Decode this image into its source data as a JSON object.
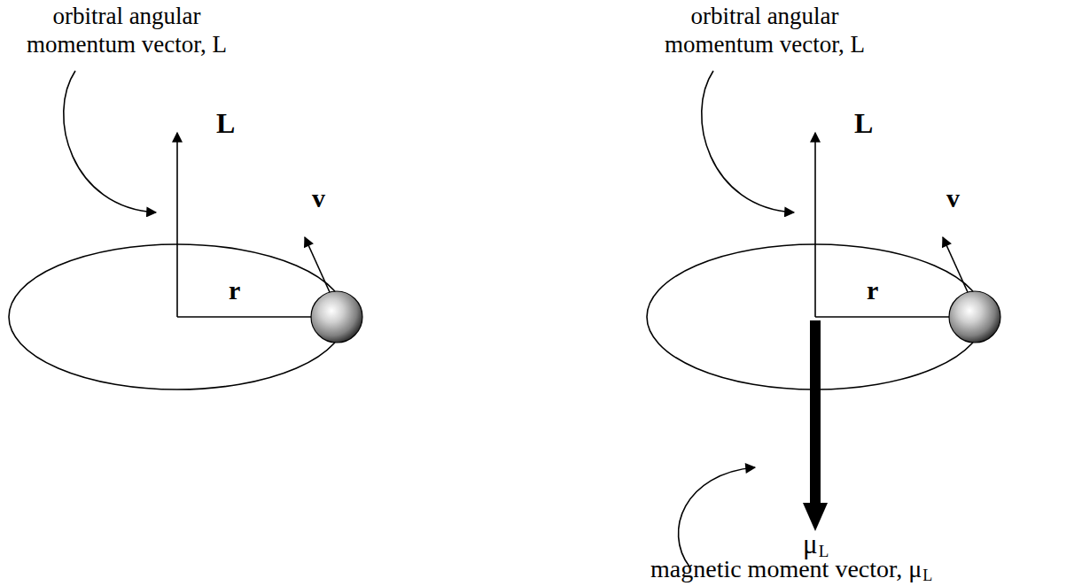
{
  "diagram": {
    "labels": [
      "orbitral angular momentum vector, L",
      "L",
      "v",
      "r",
      "orbitral angular momentum vector, L",
      "L",
      "v",
      "r",
      "μ",
      "L",
      "magnetic moment vector, μ",
      "L"
    ]
  }
}
